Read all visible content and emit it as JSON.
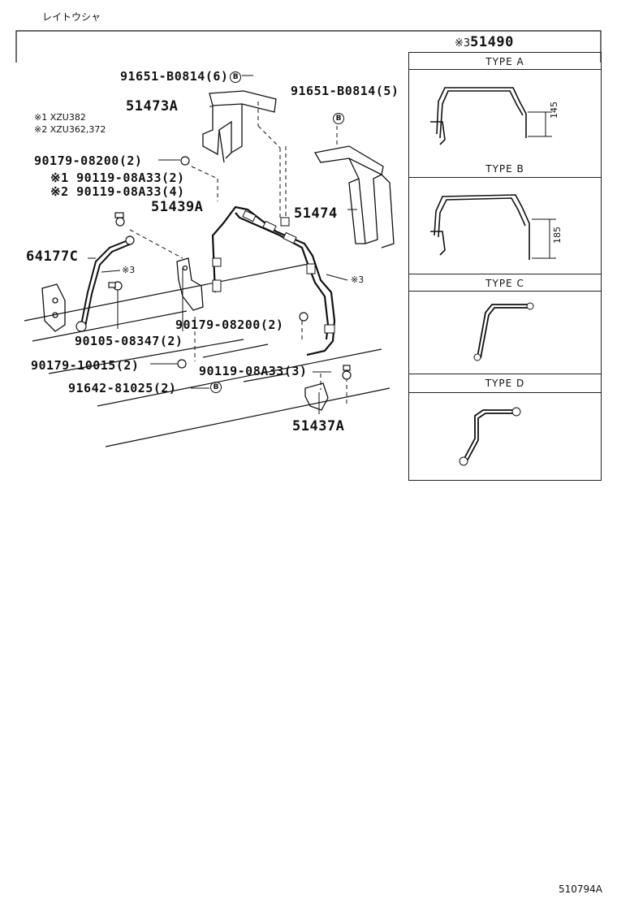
{
  "header": {
    "title": "レイトウシャ"
  },
  "footer": {
    "code": "510794A"
  },
  "notes": {
    "n1": "※1 XZU382",
    "n2": "※2 XZU362,372"
  },
  "panel": {
    "title_mark": "※3",
    "title_part": "51490",
    "types": [
      {
        "label": "TYPE  A",
        "dimension": "145"
      },
      {
        "label": "TYPE  B",
        "dimension": "185"
      },
      {
        "label": "TYPE C"
      },
      {
        "label": "TYPE  D"
      }
    ]
  },
  "parts": {
    "p1": {
      "text": "91651-B0814(6)",
      "circle": "B"
    },
    "p2": {
      "text": "91651-B0814(5)",
      "circle": "B"
    },
    "p3": {
      "text": "51473A"
    },
    "p4": {
      "text": "90179-08200(2)"
    },
    "p5": {
      "text": "※1 90119-08A33(2)"
    },
    "p6": {
      "text": "※2 90119-08A33(4)"
    },
    "p7": {
      "text": "51439A"
    },
    "p8": {
      "text": "51474"
    },
    "p9": {
      "text": "64177C"
    },
    "p10": {
      "text": "※3"
    },
    "p11": {
      "text": "※3"
    },
    "p12": {
      "text": "90179-08200(2)"
    },
    "p13": {
      "text": "90105-08347(2)"
    },
    "p14": {
      "text": "90179-10015(2)"
    },
    "p15": {
      "text": "90119-08A33(3)"
    },
    "p16": {
      "text": "91642-81025(2)",
      "circle": "B"
    },
    "p17": {
      "text": "51437A"
    }
  }
}
